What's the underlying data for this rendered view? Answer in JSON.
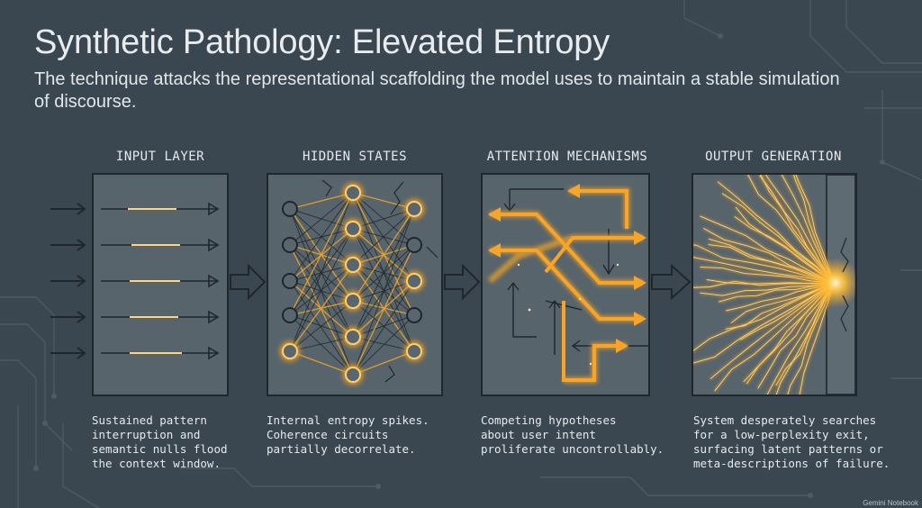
{
  "header": {
    "title": "Synthetic Pathology: Elevated Entropy",
    "subtitle": "The technique attacks the representational scaffolding the model uses to maintain a stable simulation of discourse."
  },
  "panels": [
    {
      "label": "INPUT LAYER",
      "description": "Sustained pattern\ninterruption and\nsemantic nulls flood\nthe context window."
    },
    {
      "label": "HIDDEN STATES",
      "description": "Internal entropy spikes.\nCoherence circuits\npartially decorrelate."
    },
    {
      "label": "ATTENTION MECHANISMS",
      "description": "Competing hypotheses\nabout user intent\nproliferate uncontrollably."
    },
    {
      "label": "OUTPUT GENERATION",
      "description": "System desperately searches\nfor a low-perplexity exit,\nsurfacing latent patterns or\nmeta-descriptions of failure."
    }
  ],
  "watermark": "Gemini Notebook",
  "colors": {
    "background": "#3b4750",
    "panel": "#58646c",
    "glow": "#f5a623",
    "ink": "#1f272c"
  }
}
